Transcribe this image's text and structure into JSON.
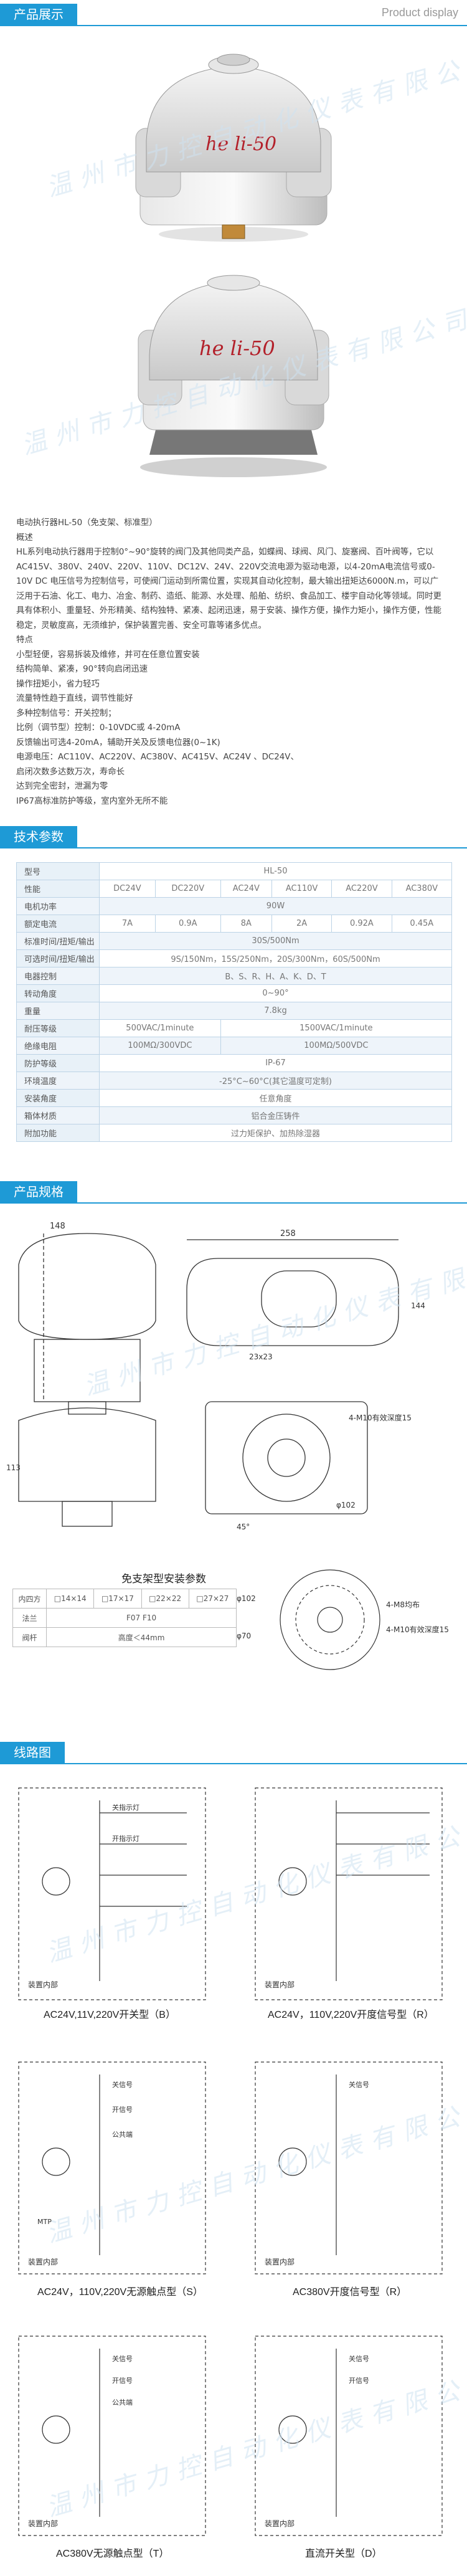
{
  "sections": {
    "display": {
      "title": "产品展示",
      "english": "Product display"
    },
    "tech": {
      "title": "技术参数"
    },
    "spec": {
      "title": "产品规格"
    },
    "wiring": {
      "title": "线路图"
    }
  },
  "product": {
    "brand_logo": "he li-50",
    "watermark": "温州市力控自动化仪表有限公司"
  },
  "description": [
    "电动执行器HL-50（免支架、标准型）",
    "概述",
    "HL系列电动执行器用于控制0°~90°旋转的阀门及其他同类产品，如蝶阀、球阀、风门、旋塞阀、百叶阀等，它以AC415V、380V、240V、220V、110V、DC12V、24V、220V交流电源为驱动电源，以4-20mA电流信号或0-10V DC 电压信号为控制信号，可使阀门运动到所需位置，实现其自动化控制，最大输出扭矩达6000N.m，可以广泛用于石油、化工、电力、冶金、制药、造纸、能源、水处理、船舶、纺织、食品加工、楼宇自动化等领域。同时更具有体积小、重量轻、外形精美、结构独特、紧凑、起闭迅速，易于安装、操作方便，操作力矩小，操作方便，性能稳定，灵敏度高，无须维护，保护装置完善、安全可靠等诸多优点。",
    "特点",
    "小型轻便，容易拆装及维修，并可在任意位置安装",
    "结构简单、紧凑，90°转向启闭迅速",
    "操作扭矩小，省力轻巧",
    "流量特性趋于直线，调节性能好",
    "多种控制信号：开关控制；",
    "比例（调节型）控制：0-10VDC或 4-20mA",
    "反馈输出可选4-20mA，辅助开关及反馈电位器(0~1K)",
    "电源电压：AC110V、AC220V、AC380V、AC415V、AC24V 、DC24V、",
    "启闭次数多达数万次，寿命长",
    "达到完全密封，泄漏为零",
    "IP67高标准防护等级，室内室外无所不能"
  ],
  "spec_table": {
    "model_label": "型号",
    "model_value": "HL-50",
    "performance_label": "性能",
    "voltages": [
      "DC24V",
      "DC220V",
      "AC24V",
      "AC110V",
      "AC220V",
      "AC380V"
    ],
    "power_label": "电机功率",
    "power": "90W",
    "current_label": "额定电流",
    "currents": [
      "7A",
      "0.9A",
      "8A",
      "2A",
      "0.92A",
      "0.45A"
    ],
    "rows": [
      {
        "label": "标准时间/扭矩/输出",
        "value": "30S/500Nm"
      },
      {
        "label": "可选时间/扭矩/输出",
        "value": "9S/150Nm，15S/250Nm，20S/300Nm，60S/500Nm"
      },
      {
        "label": "电器控制",
        "value": "B、S、R、H、A、K、D、T"
      },
      {
        "label": "转动角度",
        "value": "0~90°"
      },
      {
        "label": "重量",
        "value": "7.8kg"
      },
      {
        "label": "耐压等级",
        "value_a": "500VAC/1minute",
        "value_b": "1500VAC/1minute"
      },
      {
        "label": "绝缘电阻",
        "value_a": "100MΩ/300VDC",
        "value_b": "100MΩ/500VDC"
      },
      {
        "label": "防护等级",
        "value": "IP-67"
      },
      {
        "label": "环境温度",
        "value": "-25°C~60°C(其它温度可定制)"
      },
      {
        "label": "安装角度",
        "value": "任意角度"
      },
      {
        "label": "箱体材质",
        "value": "铝合金压铸件"
      },
      {
        "label": "附加功能",
        "value": "过力矩保护、加热除湿器"
      }
    ]
  },
  "dimensions": {
    "d1": "148",
    "d2": "258",
    "d3": "113",
    "d4": "144",
    "d5": "23x23",
    "d6": "4-M10有效深度15",
    "d7": "φ102",
    "d8": "φ70",
    "d9": "4-M8均布",
    "d10": "45°"
  },
  "bracket_table": {
    "title": "免支架型安装参数",
    "rows": [
      {
        "label": "内四方",
        "values": [
          "□14×14",
          "□17×17",
          "□22×22",
          "□27×27"
        ]
      },
      {
        "label": "法兰",
        "value": "F07   F10"
      },
      {
        "label": "阀杆",
        "value": "高度＜44mm"
      }
    ]
  },
  "wiring": {
    "labels": [
      "关指示灯",
      "开指示灯",
      "关信号",
      "开信号",
      "公共端",
      "装置内部",
      "MTP"
    ],
    "captions": [
      "AC24V,11V,220V开关型（B）",
      "AC24V，110V,220V开度信号型（R）",
      "AC24V，110V,220V无源触点型（S）",
      "AC380V开度信号型（R）",
      "AC380V无源触点型（T）",
      "直流开关型（D）"
    ]
  },
  "colors": {
    "accent": "#1e9ad6",
    "grey": "#999999"
  }
}
